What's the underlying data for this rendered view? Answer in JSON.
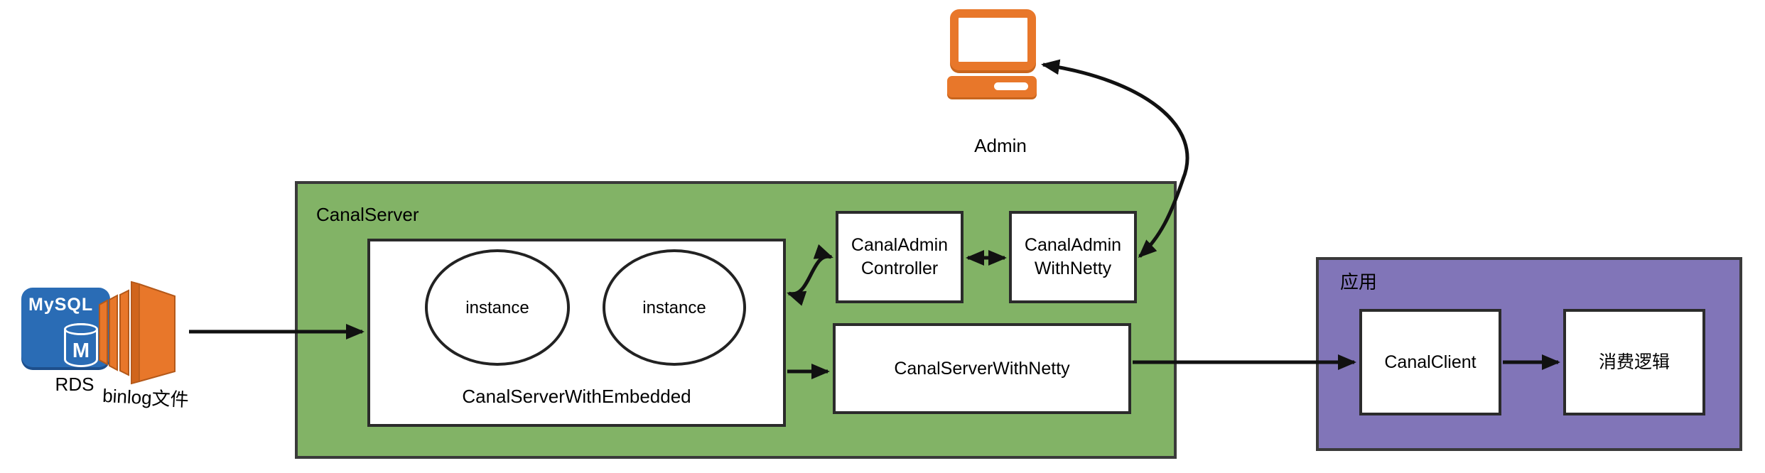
{
  "source": {
    "mysql_label": "MySQL",
    "db_letter": "M",
    "rds_label": "RDS",
    "binlog_label": "binlog文件"
  },
  "admin": {
    "label": "Admin"
  },
  "canal_server": {
    "title": "CanalServer",
    "embedded": {
      "label": "CanalServerWithEmbedded",
      "instances": [
        {
          "label": "instance"
        },
        {
          "label": "instance"
        }
      ]
    },
    "admin_controller": {
      "line1": "CanalAdmin",
      "line2": "Controller"
    },
    "admin_with_netty": {
      "line1": "CanalAdmin",
      "line2": "WithNetty"
    },
    "server_with_netty": {
      "label": "CanalServerWithNetty"
    }
  },
  "application": {
    "title": "应用",
    "canal_client": {
      "label": "CanalClient"
    },
    "consumer_logic": {
      "label": "消费逻辑"
    }
  },
  "colors": {
    "server_group_fill": "#82b366",
    "application_group_fill": "#8175b8",
    "icon_orange": "#e8772a",
    "mysql_blue": "#2a6cb5",
    "arrow": "#111111"
  }
}
